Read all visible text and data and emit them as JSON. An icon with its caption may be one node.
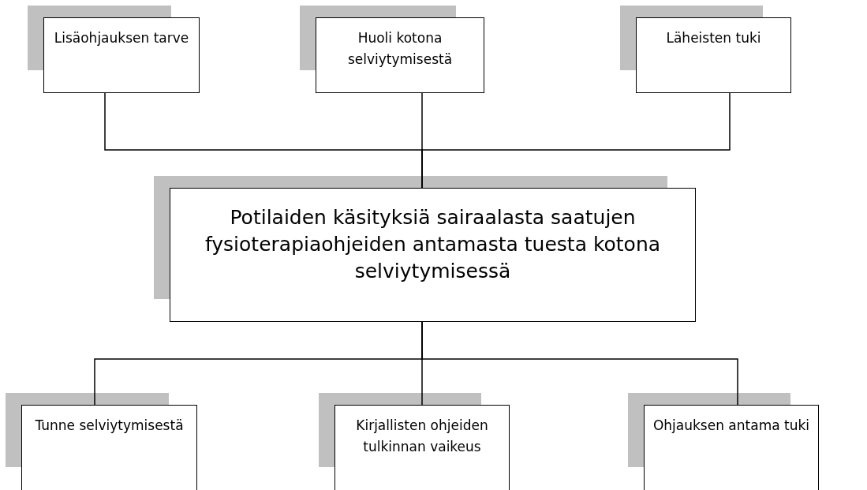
{
  "diagram": {
    "nodes": [
      {
        "text": [
          "Lisäohjauksen tarve"
        ]
      },
      {
        "text": [
          "Huoli kotona selviytymisestä"
        ]
      },
      {
        "text": [
          "Läheisten tuki"
        ]
      },
      {
        "text": [
          "Potilaiden käsityksiä sairaalasta saatujen fysioterapiaohjeiden antamasta tuesta kotona selviytymisessä"
        ]
      },
      {
        "text": [
          "Tunne selviytymisestä"
        ]
      },
      {
        "text": [
          "Kirjallisten ohjeiden tulkinnan vaikeus"
        ]
      },
      {
        "text": [
          "Ohjauksen antama tuki"
        ]
      }
    ],
    "edges": [
      {
        "from": 0,
        "to": 3,
        "arrow": "none"
      },
      {
        "from": 1,
        "to": 3,
        "arrow": "none"
      },
      {
        "from": 2,
        "to": 3,
        "arrow": "none"
      },
      {
        "from": 3,
        "to": 4,
        "arrow": "none"
      },
      {
        "from": 3,
        "to": 5,
        "arrow": "none"
      },
      {
        "from": 3,
        "to": 6,
        "arrow": "none"
      }
    ]
  }
}
